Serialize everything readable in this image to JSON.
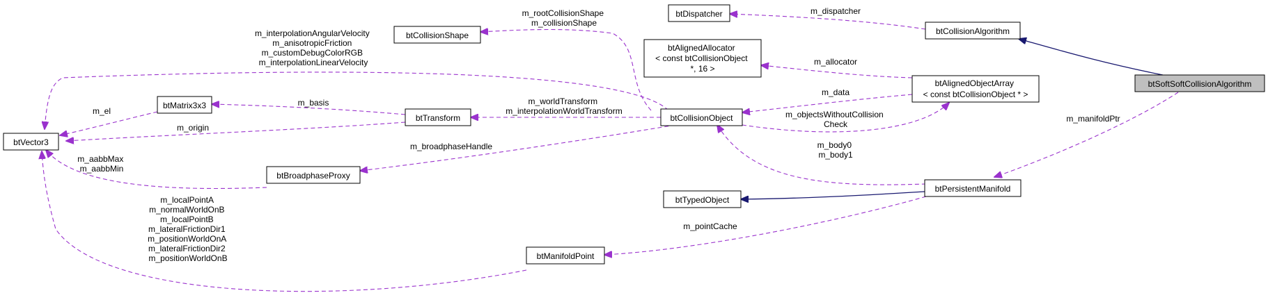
{
  "colors": {
    "inherit_edge": "#191970",
    "usage_edge": "#9a32cd",
    "highlight_fill": "#bfbfbf"
  },
  "nodes": {
    "btVector3": [
      "btVector3"
    ],
    "btMatrix3x3": [
      "btMatrix3x3"
    ],
    "btTransform": [
      "btTransform"
    ],
    "btCollisionShape": [
      "btCollisionShape"
    ],
    "btCollisionObject": [
      "btCollisionObject"
    ],
    "btBroadphaseProxy": [
      "btBroadphaseProxy"
    ],
    "btManifoldPoint": [
      "btManifoldPoint"
    ],
    "btDispatcher": [
      "btDispatcher"
    ],
    "btAlignedAllocator": [
      "btAlignedAllocator",
      "< const btCollisionObject",
      "*, 16 >"
    ],
    "btCollisionAlgorithm": [
      "btCollisionAlgorithm"
    ],
    "btAlignedObjectArray": [
      "btAlignedObjectArray",
      "< const btCollisionObject * >"
    ],
    "btTypedObject": [
      "btTypedObject"
    ],
    "btPersistentManifold": [
      "btPersistentManifold"
    ],
    "btSoftSoftCollisionAlgorithm": [
      "btSoftSoftCollisionAlgorithm"
    ]
  },
  "edge_labels": {
    "collisionobject_to_vector3": [
      "m_interpolationAngularVelocity",
      "m_anisotropicFriction",
      "m_customDebugColorRGB",
      "m_interpolationLinearVelocity"
    ],
    "matrix_to_vector3": [
      "m_el"
    ],
    "transform_to_matrix": [
      "m_basis"
    ],
    "transform_to_vector3": [
      "m_origin"
    ],
    "collisionobject_to_transform": [
      "m_worldTransform",
      "m_interpolationWorldTransform"
    ],
    "collisionobject_to_shape": [
      "m_rootCollisionShape",
      "m_collisionShape"
    ],
    "broadphase_to_vector3": [
      "m_aabbMax",
      "m_aabbMin"
    ],
    "collisionobject_to_broadphase": [
      "m_broadphaseHandle"
    ],
    "manifoldpoint_to_vector3": [
      "m_localPointA",
      "m_normalWorldOnB",
      "m_localPointB",
      "m_lateralFrictionDir1",
      "m_positionWorldOnA",
      "m_lateralFrictionDir2",
      "m_positionWorldOnB"
    ],
    "algorithm_to_dispatcher": [
      "m_dispatcher"
    ],
    "array_to_allocator": [
      "m_allocator"
    ],
    "array_to_collisionobject": [
      "m_data"
    ],
    "collisionobject_to_array": [
      "m_objectsWithoutCollision",
      "Check"
    ],
    "manifold_to_collisionobject": [
      "m_body0",
      "m_body1"
    ],
    "manifold_to_manifoldpoint": [
      "m_pointCache"
    ],
    "softsoft_to_manifold": [
      "m_manifoldPtr"
    ]
  }
}
